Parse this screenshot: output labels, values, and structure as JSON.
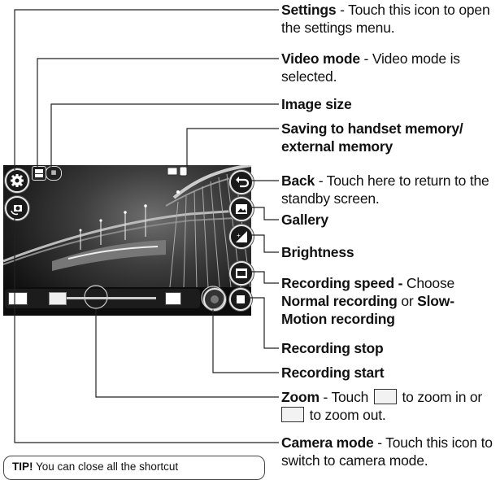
{
  "labels": {
    "settings": {
      "title": "Settings",
      "text": " - Touch this icon to open the settings menu."
    },
    "video_mode": {
      "title": "Video mode",
      "text": " - Video mode is selected."
    },
    "image_size": {
      "title": "Image size"
    },
    "saving": {
      "title": "Saving to handset memory/ external memory"
    },
    "back": {
      "title": "Back",
      "text": " - Touch here to return to the standby screen."
    },
    "gallery": {
      "title": "Gallery"
    },
    "brightness": {
      "title": "Brightness"
    },
    "recording_speed": {
      "title": "Recording speed -",
      "text1": " Choose ",
      "opt1": "Normal recording",
      "text2": " or ",
      "opt2": "Slow-Motion recording"
    },
    "recording_stop": {
      "title": "Recording stop"
    },
    "recording_start": {
      "title": "Recording start"
    },
    "zoom": {
      "title": "Zoom",
      "text1": " - Touch ",
      "text2": " to zoom in or",
      "text3": " to zoom out."
    },
    "camera_mode": {
      "title": "Camera mode",
      "text": " - Touch this icon to switch to camera mode."
    }
  },
  "tip": {
    "bold": "TIP!",
    "text": " You can close all the shortcut"
  },
  "icons": {
    "settings": "gear-icon",
    "video_mode": "video-camera-icon",
    "image_size": "image-size-icon",
    "memory": "memory-card-icon",
    "back": "back-arrow-icon",
    "gallery": "gallery-icon",
    "brightness": "brightness-icon",
    "recording_speed": "film-speed-icon",
    "recording_stop": "stop-icon",
    "recording_start": "record-icon",
    "camera_mode": "camera-switch-icon"
  }
}
